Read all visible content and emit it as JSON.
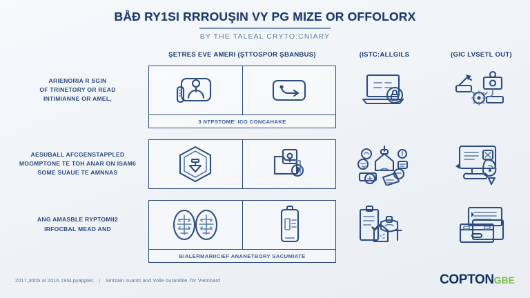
{
  "header": {
    "title": "BÅÐ RY1SI RRROUŞIN VY PG MIZE OR OFFOLORX",
    "subtitle": "BY THE TALEAL CRYTO:CNIARY"
  },
  "columns": [
    {
      "label": "ŞETRES EVE AMERI (ŞTTOSPOR ŞBANBUS)",
      "icon": "panel-pair-header"
    },
    {
      "label": "(ISTC:ALLGILS",
      "icon": "column-header-middle"
    },
    {
      "label": "(GIC LVSETL OUT)",
      "icon": "column-header-right"
    }
  ],
  "rows": [
    {
      "label": "ARIENORIA R SGIN\nOF TRINETORY OR READ\nINTIMIANNE OR AMEL,",
      "caption": "3 NTPSTOME' ICO CONCAHAKE",
      "icons": [
        "person-at-desk-icon",
        "card-swipe-icon",
        "laptop-lock-icon",
        "network-nodes-icon"
      ]
    },
    {
      "label": "AESUBALL AFCGENSTAPPLED\nMOGMPTONE TE TOH ANAR ON ISAM6\nSOME SUAUE TE AMNNAS",
      "caption": "",
      "icons": [
        "hexagon-shield-icon",
        "folder-lock-icon",
        "user-services-hub-icon",
        "monitor-badge-icon"
      ]
    },
    {
      "label": "ANG AMASBLE RYPTOMII2\nIRFOCBAL MEAD AND",
      "caption": "BIALERMARIICIEF ANANETBORY SACUMIATE",
      "icons": [
        "fingerprint-pair-icon",
        "mobile-device-icon",
        "documents-stack-icon",
        "file-boxes-icon"
      ]
    }
  ],
  "footer": {
    "text_left": "2017,300S al 2016 19SLpyappler.",
    "separator": "|",
    "text_right": "Sintzain suants and  Volle ouranible. for Vietnbard",
    "logo_primary": "COPTON",
    "logo_secondary": "GBE"
  },
  "colors": {
    "ink": "#2c4c80",
    "title": "#1b3a6b",
    "subtitle": "#5f7ba6",
    "logo_primary": "#12305f",
    "logo_secondary": "#7cc04a",
    "background": "#f2f5f9"
  }
}
